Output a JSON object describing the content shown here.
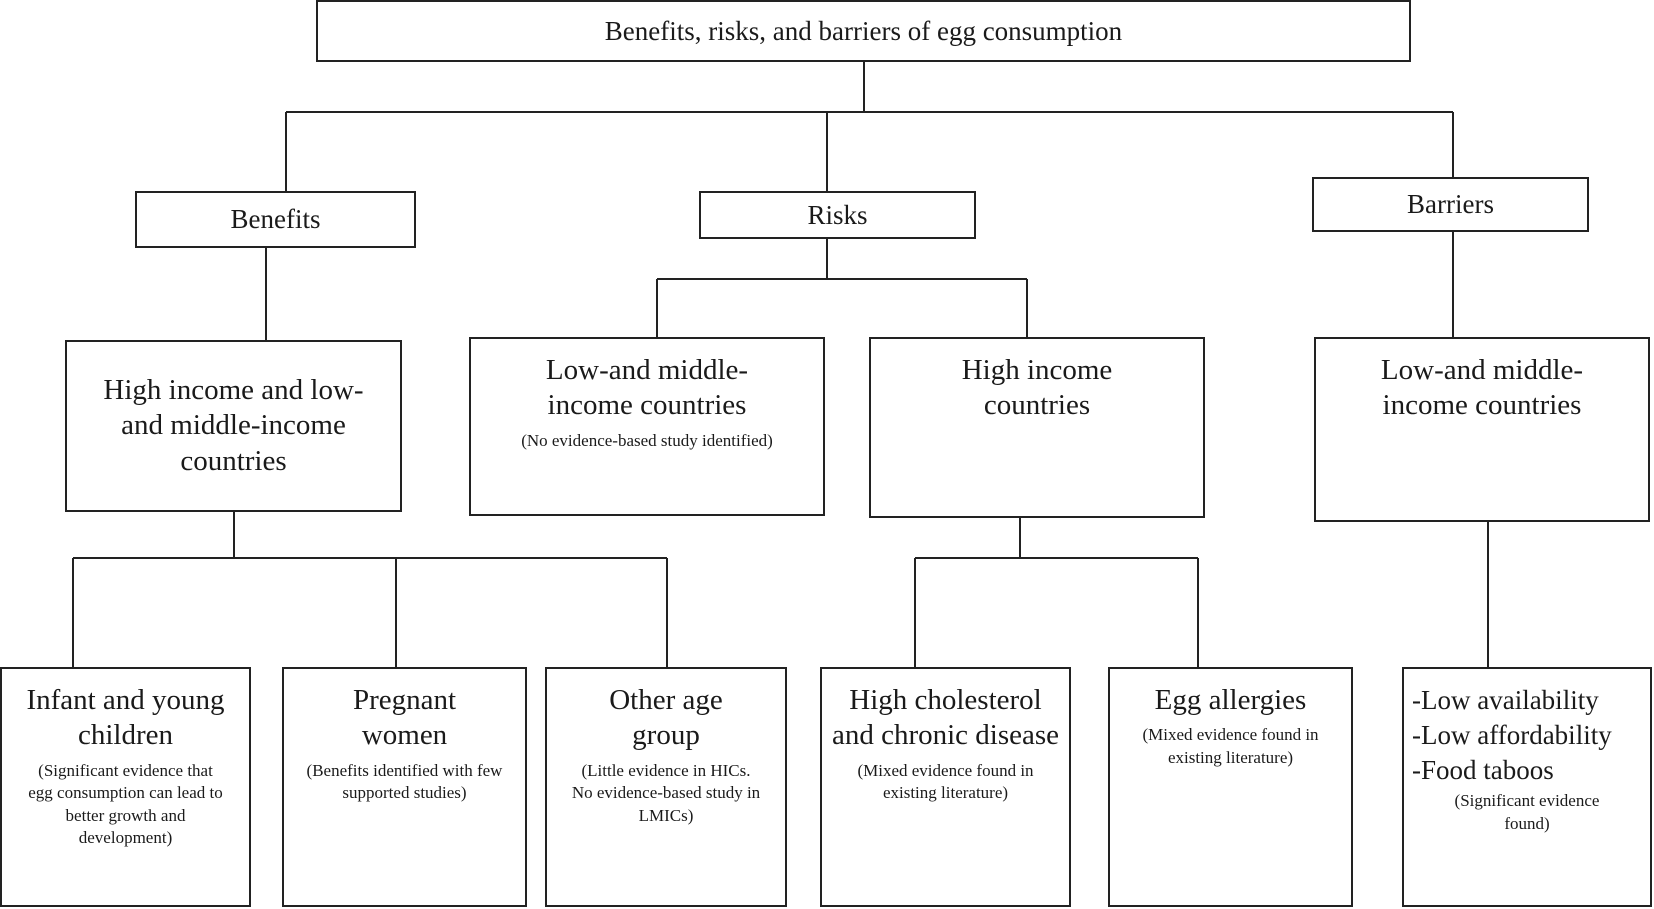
{
  "root": "Benefits, risks, and barriers of egg consumption",
  "categories": {
    "benefits": "Benefits",
    "risks": "Risks",
    "barriers": "Barriers"
  },
  "benefits": {
    "group": "High income and low-and middle-income countries",
    "leaves": [
      {
        "title": "Infant and young children",
        "note": "(Significant evidence that egg consumption can lead to better growth and development)"
      },
      {
        "title": "Pregnant women",
        "note": "(Benefits identified with few supported studies)"
      },
      {
        "title": "Other age group",
        "note": "(Little evidence in HICs. No evidence-based study in LMICs)"
      }
    ]
  },
  "risks": {
    "lmic": {
      "title": "Low-and middle-income countries",
      "note": "(No evidence-based study identified)"
    },
    "hic": {
      "title": "High income countries"
    },
    "leaves": [
      {
        "title": "High cholesterol and chronic disease",
        "note": "(Mixed evidence found in existing literature)"
      },
      {
        "title": "Egg allergies",
        "note": "(Mixed evidence found in existing literature)"
      }
    ]
  },
  "barriers": {
    "lmic": {
      "title": "Low-and middle-income countries"
    },
    "items": [
      "-Low availability",
      "-Low affordability",
      "-Food taboos"
    ],
    "note": "(Significant evidence found)"
  }
}
